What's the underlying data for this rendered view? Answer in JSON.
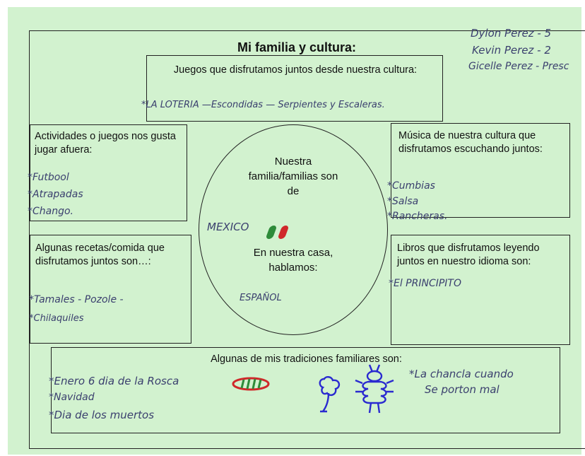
{
  "title": "Mi familia y cultura:",
  "names": [
    "Dylon Perez - 5",
    "Kevin Perez - 2",
    "Gicelle Perez - Presc"
  ],
  "juegos": {
    "heading": "Juegos que disfrutamos juntos desde nuestra cultura:",
    "answer": "*LA LOTERIA —Escondidas — Serpientes y Escaleras."
  },
  "afuera": {
    "heading": "Actividades o juegos nos gusta jugar afuera:",
    "items": [
      "*Futbool",
      "*Atrapadas",
      "*Chango."
    ]
  },
  "musica": {
    "heading": "Música de nuestra cultura que disfrutamos escuchando juntos:",
    "items": [
      "*Cumbias",
      "*Salsa",
      "*Rancheras."
    ]
  },
  "recetas": {
    "heading": "Algunas recetas/comida que disfrutamos juntos son…:",
    "items": [
      "*Tamales - Pozole -",
      "*Chilaquiles"
    ]
  },
  "libros": {
    "heading": "Libros que disfrutamos leyendo juntos en nuestro idioma son:",
    "items": [
      "*El PRINCIPITO"
    ]
  },
  "circle": {
    "line1": "Nuestra",
    "line2": "familia/familias son",
    "line3": "de",
    "country": "MEXICO",
    "line4": "En nuestra casa,",
    "line5": "hablamos:",
    "language": "ESPAÑOL"
  },
  "tradiciones": {
    "heading": "Algunas de mis tradiciones familiares son:",
    "items": [
      "*Enero 6 dia de la Rosca",
      "*Navidad",
      "*Dia de los muertos"
    ],
    "right_note": [
      "*La chancla cuando",
      "Se porton mal"
    ]
  },
  "colors": {
    "paper": "#d2f2cf",
    "ink": "#3a3f6e",
    "green": "#2e8b3a",
    "red": "#d0282a",
    "marker_blue": "#2a2ad0"
  }
}
